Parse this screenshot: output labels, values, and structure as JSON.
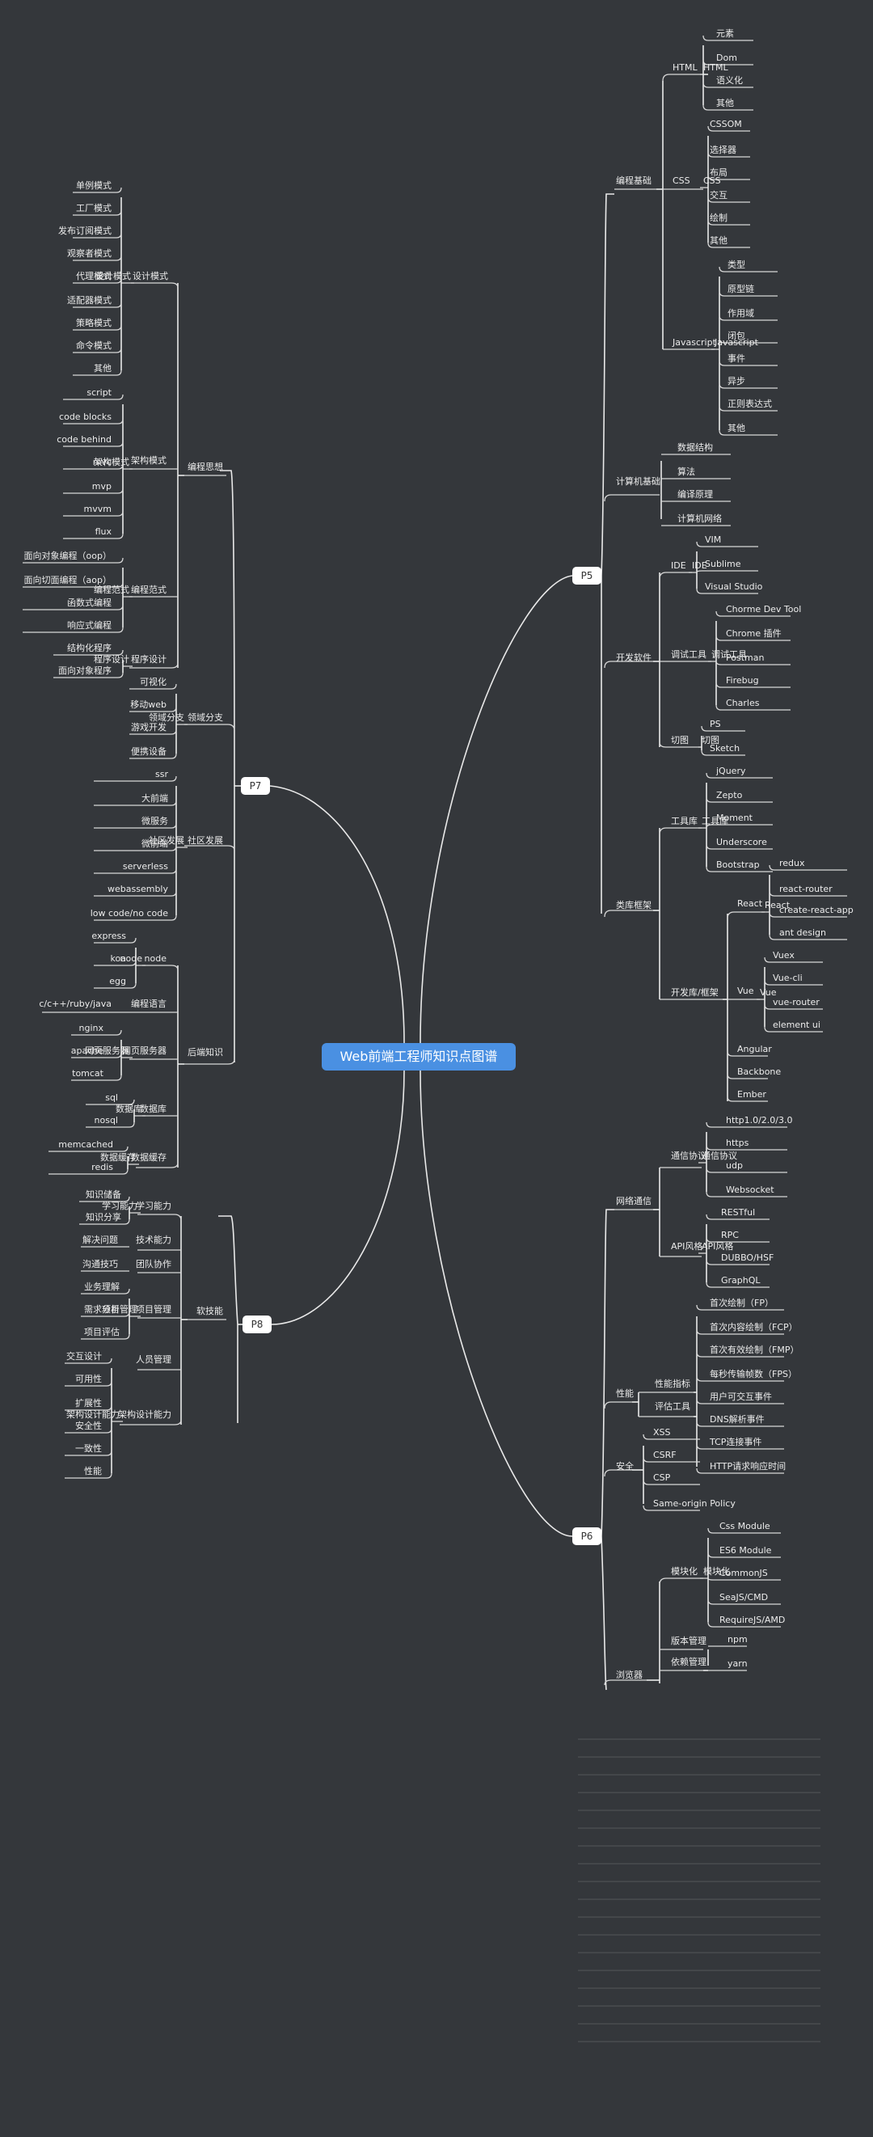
{
  "title": "Web前端工程师知识点图谱",
  "levels": [
    "P5",
    "P6",
    "P7",
    "P8"
  ],
  "p5": {
    "html": {
      "label": "HTML",
      "items": [
        "元素",
        "Dom",
        "语义化",
        "其他"
      ]
    },
    "css": {
      "label": "CSS",
      "items": [
        "CSSOM",
        "选择器",
        "布局",
        "交互",
        "绘制",
        "其他"
      ]
    },
    "javascript": {
      "label": "Javascript",
      "items": [
        "类型",
        "原型链",
        "作用域",
        "闭包",
        "事件",
        "异步",
        "正则表达式",
        "其他"
      ]
    },
    "basic": {
      "label": "编程基础"
    },
    "cs": {
      "label": "计算机基础",
      "items": [
        "数据结构",
        "算法",
        "编译原理",
        "计算机网络"
      ]
    },
    "ide": {
      "label": "IDE",
      "items": [
        "VIM",
        "Sublime",
        "Visual Studio"
      ]
    },
    "debug": {
      "label": "调试工具",
      "items": [
        "Chorme Dev Tool",
        "Chrome 插件",
        "Postman",
        "Firebug",
        "Charles"
      ]
    },
    "cut": {
      "label": "切图",
      "items": [
        "PS",
        "Sketch"
      ]
    },
    "devsoft": {
      "label": "开发软件"
    },
    "tools": {
      "label": "工具库",
      "items": [
        "jQuery",
        "Zepto",
        "Moment",
        "Underscore",
        "Bootstrap"
      ]
    },
    "react": {
      "label": "React",
      "items": [
        "redux",
        "react-router",
        "create-react-app",
        "ant design"
      ]
    },
    "vue": {
      "label": "Vue",
      "items": [
        "Vuex",
        "Vue-cli",
        "vue-router",
        "element ui"
      ]
    },
    "fwitems": [
      "Angular",
      "Backbone",
      "Ember"
    ],
    "fw": {
      "label": "开发库/框架"
    },
    "lib": {
      "label": "类库框架"
    }
  },
  "p6": {
    "proto": {
      "label": "通信协议",
      "items": [
        "http1.0/2.0/3.0",
        "https",
        "udp",
        "Websocket"
      ]
    },
    "api": {
      "label": "API风格",
      "items": [
        "RESTful",
        "RPC",
        "DUBBO/HSF",
        "GraphQL"
      ]
    },
    "network": {
      "label": "网络通信"
    },
    "perf_metrics": {
      "label": "性能指标",
      "items": [
        "首次绘制（FP）",
        "首次内容绘制（FCP）",
        "首次有效绘制（FMP）",
        "每秒传输帧数（FPS）",
        "用户可交互事件",
        "DNS解析事件",
        "TCP连接事件",
        "HTTP请求响应时间"
      ]
    },
    "eval_tools": {
      "label": "评估工具"
    },
    "perf": {
      "label": "性能"
    },
    "security": {
      "label": "安全",
      "items": [
        "XSS",
        "CSRF",
        "CSP",
        "Same-origin Policy"
      ]
    },
    "modules": {
      "label": "模块化",
      "items": [
        "Css Module",
        "ES6 Module",
        "CommonJS",
        "SeaJS/CMD",
        "RequireJS/AMD"
      ]
    },
    "version": {
      "label": "版本管理"
    },
    "deps": {
      "label": "依赖管理",
      "items": [
        "npm",
        "yarn"
      ]
    },
    "browser": {
      "label": "浏览器"
    }
  },
  "p7": {
    "patterns": {
      "label": "设计模式",
      "items": [
        "单例模式",
        "工厂模式",
        "发布订阅模式",
        "观察者模式",
        "代理模式",
        "适配器模式",
        "策略模式",
        "命令模式",
        "其他"
      ]
    },
    "arch": {
      "label": "架构模式",
      "items": [
        "script",
        "code blocks",
        "code behind",
        "mvc",
        "mvp",
        "mvvm",
        "flux"
      ]
    },
    "paradigm": {
      "label": "编程范式",
      "items": [
        "面向对象编程（oop）",
        "面向切面编程（aop）",
        "函数式编程",
        "响应式编程"
      ]
    },
    "progdesign": {
      "label": "程序设计",
      "items": [
        "结构化程序",
        "面向对象程序"
      ]
    },
    "thought": {
      "label": "编程思想"
    },
    "domain": {
      "label": "领域分支",
      "items": [
        "可视化",
        "移动web",
        "游戏开发",
        "便携设备"
      ]
    },
    "community": {
      "label": "社区发展",
      "items": [
        "ssr",
        "大前端",
        "微服务",
        "微前端",
        "serverless",
        "webassembly",
        "low code/no code"
      ]
    },
    "node": {
      "label": "node",
      "items": [
        "express",
        "koa",
        "egg"
      ]
    },
    "lang": {
      "label": "编程语言",
      "items": [
        "c/c++/ruby/java"
      ]
    },
    "websrv": {
      "label": "网页服务器",
      "items": [
        "nginx",
        "apache",
        "tomcat"
      ]
    },
    "db": {
      "label": "数据库",
      "items": [
        "sql",
        "nosql"
      ]
    },
    "cache": {
      "label": "数据缓存",
      "items": [
        "memcached",
        "redis"
      ]
    },
    "backend": {
      "label": "后端知识"
    }
  },
  "p8": {
    "learn": {
      "label": "学习能力",
      "items": [
        "知识储备",
        "知识分享"
      ]
    },
    "tech": {
      "label": "技术能力",
      "items": [
        "解决问题"
      ]
    },
    "team": {
      "label": "团队协作",
      "items": [
        "沟通技巧"
      ]
    },
    "pm": {
      "label": "项目管理",
      "items": [
        "业务理解",
        "需求分析",
        "项目评估"
      ]
    },
    "hr": {
      "label": "人员管理"
    },
    "archdesign": {
      "label": "架构设计能力",
      "items": [
        "交互设计",
        "可用性",
        "扩展性",
        "安全性",
        "一致性",
        "性能"
      ]
    },
    "soft": {
      "label": "软技能"
    }
  }
}
